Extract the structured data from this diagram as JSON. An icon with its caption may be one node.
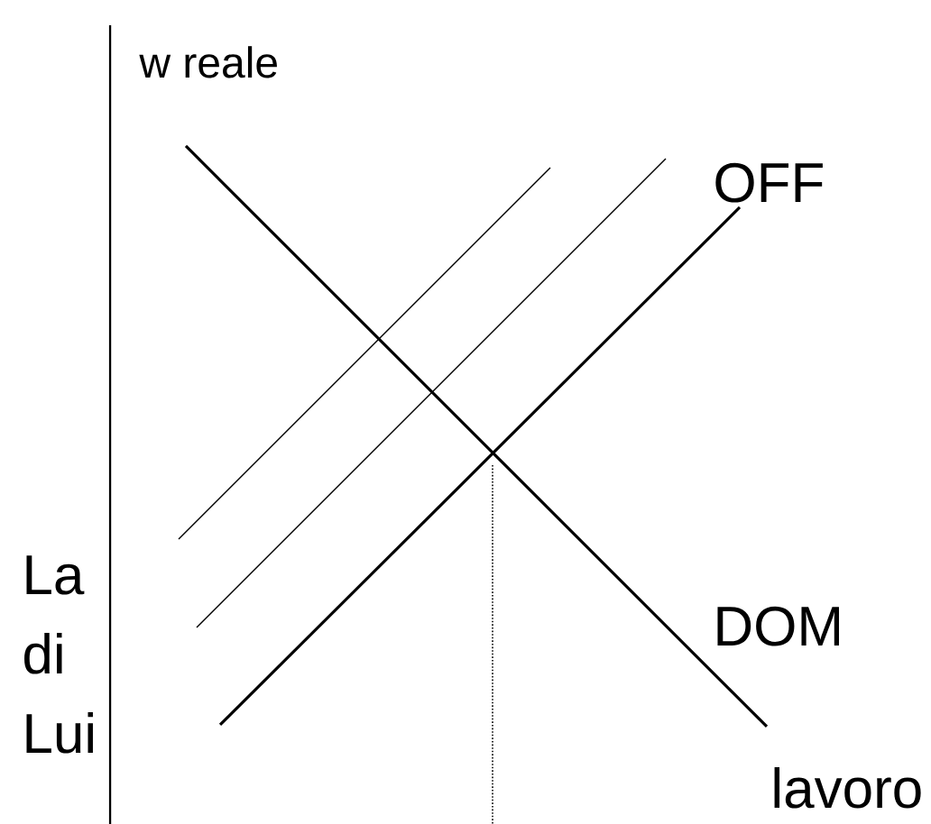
{
  "diagram": {
    "labels": [
      "w reale",
      "OFF",
      "La di Lui",
      "DOM",
      "lavoro"
    ]
  }
}
